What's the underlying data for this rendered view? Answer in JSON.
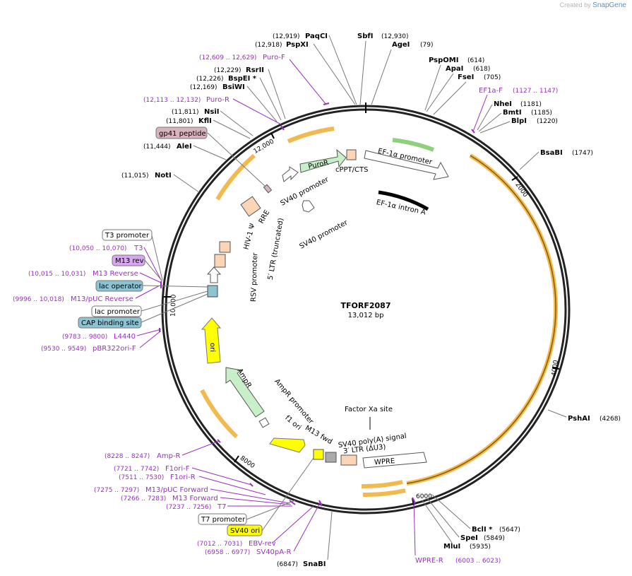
{
  "app": {
    "credit_prefix": "Created by",
    "credit_brand": "SnapGene"
  },
  "plasmid": {
    "name": "TFORF2087",
    "length_label": "13,012 bp",
    "length": 13012
  },
  "ticks": [
    {
      "label": "2000"
    },
    {
      "label": "4000"
    },
    {
      "label": "6000"
    },
    {
      "label": "8000"
    },
    {
      "label": "10,000"
    },
    {
      "label": "12,000"
    }
  ],
  "sites": [
    {
      "name": "PaqCI",
      "pos": "(12,919)"
    },
    {
      "name": "PspXI",
      "pos": "(12,918)"
    },
    {
      "name": "SbfI",
      "pos": "(12,930)"
    },
    {
      "name": "AgeI",
      "pos": "(79)"
    },
    {
      "name": "PspOMI",
      "pos": "(614)"
    },
    {
      "name": "ApaI",
      "pos": "(618)"
    },
    {
      "name": "FseI",
      "pos": "(705)"
    },
    {
      "name": "NheI",
      "pos": "(1181)"
    },
    {
      "name": "BmtI",
      "pos": "(1185)"
    },
    {
      "name": "BlpI",
      "pos": "(1220)"
    },
    {
      "name": "BsaBI",
      "pos": "(1747)"
    },
    {
      "name": "PshAI",
      "pos": "(4268)"
    },
    {
      "name": "BclI *",
      "pos": "(5647)"
    },
    {
      "name": "SpeI",
      "pos": "(5849)"
    },
    {
      "name": "MluI",
      "pos": "(5935)"
    },
    {
      "name": "SnaBI",
      "pos": "(6847)"
    },
    {
      "name": "NotI",
      "pos": "(11,015)"
    },
    {
      "name": "AleI",
      "pos": "(11,444)"
    },
    {
      "name": "KflI",
      "pos": "(11,801)"
    },
    {
      "name": "NsiI",
      "pos": "(11,811)"
    },
    {
      "name": "BsiWI",
      "pos": "(12,169)"
    },
    {
      "name": "BspEI *",
      "pos": "(12,226)"
    },
    {
      "name": "RsrII",
      "pos": "(12,229)"
    }
  ],
  "primers": [
    {
      "name": "Puro-F",
      "pos": "(12,609 .. 12,629)"
    },
    {
      "name": "Puro-R",
      "pos": "(12,113 .. 12,132)"
    },
    {
      "name": "EF1a-F",
      "pos": "(1127 .. 1147)"
    },
    {
      "name": "T3",
      "pos": "(10,050 .. 10,070)"
    },
    {
      "name": "M13 Reverse",
      "pos": "(10,015 .. 10,031)"
    },
    {
      "name": "M13/pUC Reverse",
      "pos": "(9996 .. 10,018)"
    },
    {
      "name": "L4440",
      "pos": "(9783 .. 9800)"
    },
    {
      "name": "pBR322ori-F",
      "pos": "(9530 .. 9549)"
    },
    {
      "name": "Amp-R",
      "pos": "(8228 .. 8247)"
    },
    {
      "name": "F1ori-F",
      "pos": "(7721 .. 7742)"
    },
    {
      "name": "F1ori-R",
      "pos": "(7511 .. 7530)"
    },
    {
      "name": "M13/pUC Forward",
      "pos": "(7275 .. 7297)"
    },
    {
      "name": "M13 Forward",
      "pos": "(7266 .. 7283)"
    },
    {
      "name": "T7",
      "pos": "(7237 .. 7256)"
    },
    {
      "name": "EBV-rev",
      "pos": "(7012 .. 7031)"
    },
    {
      "name": "SV40pA-R",
      "pos": "(6958 .. 6977)"
    },
    {
      "name": "WPRE-R",
      "pos": "(6003 .. 6023)"
    }
  ],
  "boxed_labels": [
    {
      "name": "gp41 peptide",
      "color": "#d9b3bd"
    },
    {
      "name": "T3 promoter",
      "color": "#ffffff"
    },
    {
      "name": "M13 rev",
      "color": "#d9a6f0"
    },
    {
      "name": "lac operator",
      "color": "#8ec3d1"
    },
    {
      "name": "lac promoter",
      "color": "#ffffff"
    },
    {
      "name": "CAP binding site",
      "color": "#8ec3d1"
    },
    {
      "name": "T7 promoter",
      "color": "#ffffff"
    },
    {
      "name": "SV40 ori",
      "color": "#ffff00"
    }
  ],
  "features": [
    {
      "name": "PuroR"
    },
    {
      "name": "cPPT/CTS"
    },
    {
      "name": "EF-1α promoter"
    },
    {
      "name": "EF-1α intron A"
    },
    {
      "name": "SV40 promoter"
    },
    {
      "name": "SV40 promoter"
    },
    {
      "name": "RRE"
    },
    {
      "name": "HIV-1 Ψ"
    },
    {
      "name": "5′ LTR (truncated)"
    },
    {
      "name": "RSV promoter"
    },
    {
      "name": "ori"
    },
    {
      "name": "AmpR"
    },
    {
      "name": "AmpR promoter"
    },
    {
      "name": "f1 ori"
    },
    {
      "name": "M13 fwd"
    },
    {
      "name": "Factor Xa site"
    },
    {
      "name": "SV40 poly(A) signal"
    },
    {
      "name": "3′ LTR (ΔU3)"
    },
    {
      "name": "WPRE"
    }
  ],
  "colors": {
    "orf_arc": "#f2b94e",
    "green_arc": "#8fd07a",
    "puror": "#c8f0c8",
    "ampr": "#c8f0c8",
    "ori": "#ffff00",
    "ltr": "#fbd5b5",
    "primer": "#9b2fbf",
    "rre": "#fbd5b5"
  }
}
